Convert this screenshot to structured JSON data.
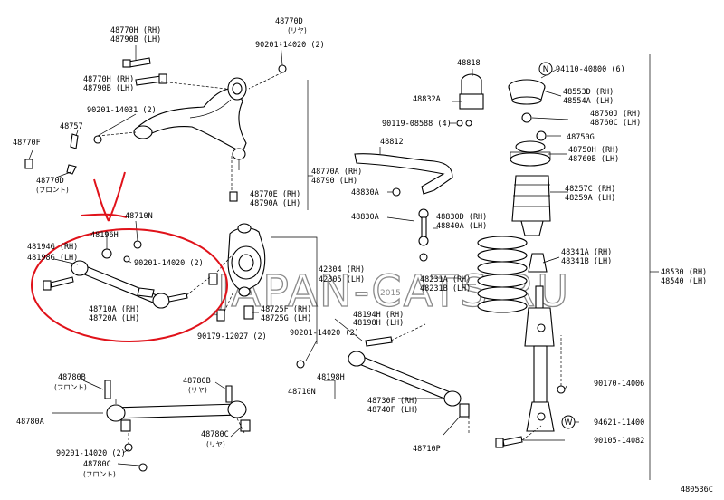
{
  "labels": {
    "l48770h_top": "48770H (RH)",
    "l48790b_top": "48790B (LH)",
    "l48770d_top": "48770D",
    "l48770d_top_sub": "(リヤ)",
    "l90201_14020_top": "90201-14020 (2)",
    "l48818": "48818",
    "l94110": "94110-40800 (6)",
    "l48770h_mid": "48770H (RH)",
    "l48790b_mid": "48790B (LH)",
    "l48832a": "48832A",
    "l48553d": "48553D (RH)",
    "l48554a": "48554A (LH)",
    "l90201_14031": "90201-14031 (2)",
    "l48750j": "48750J (RH)",
    "l48760c": "48760C (LH)",
    "l48757": "48757",
    "l90119": "90119-08588 (4)",
    "l48750g": "48750G",
    "l48770f": "48770F",
    "l48812": "48812",
    "l48750h": "48750H (RH)",
    "l48760b": "48760B (LH)",
    "l48770d_front": "48770D",
    "l48770d_front_sub": "(フロント)",
    "l48770a": "48770A (RH)",
    "l48790": "48790 (LH)",
    "l48257c": "48257C (RH)",
    "l48259a": "48259A (LH)",
    "l48770e": "48770E (RH)",
    "l48790a": "48790A (LH)",
    "l48830a_1": "48830A",
    "l48710n_top": "48710N",
    "l48830a_2": "48830A",
    "l48830d": "48830D (RH)",
    "l48840a": "48840A (LH)",
    "l48196h": "48196H",
    "l48194g": "48194G (RH)",
    "l48198g": "48198G (LH)",
    "l90201_14020_mid": "90201-14020 (2)",
    "l42304": "42304 (RH)",
    "l42305": "42305 (LH)",
    "l48341a": "48341A (RH)",
    "l48341b": "48341B (LH)",
    "l48231a": "48231A (RH)",
    "l48231b": "48231B (LH)",
    "l48530": "48530 (RH)",
    "l48540": "48540 (LH)",
    "l48710a": "48710A (RH)",
    "l48720a": "48720A (LH)",
    "l48725f": "48725F (RH)",
    "l48725g": "48725G (LH)",
    "l90179": "90179-12027 (2)",
    "l90201_14020_low": "90201-14020 (2)",
    "l48194h": "48194H (RH)",
    "l48198h": "48198H (LH)",
    "l48198h_single": "48198H",
    "l48780b_front": "48780B",
    "l48780b_front_sub": "(フロント)",
    "l48780b_rear": "48780B",
    "l48780b_rear_sub": "(リヤ)",
    "l48710n_low": "48710N",
    "l48730f": "48730F (RH)",
    "l48740f": "48740F (LH)",
    "l90170": "90170-14006",
    "l48780a": "48780A",
    "l48780c_rear": "48780C",
    "l48780c_rear_sub": "(リヤ)",
    "l94621": "94621-11400",
    "l48710p": "48710P",
    "l90105": "90105-14082",
    "l90201_14020_bot": "90201-14020 (2)",
    "l48780c_front": "48780C",
    "l48780c_front_sub": "(フロント)",
    "diagram_code": "480536C"
  },
  "callouts": {
    "n_mark": "N",
    "w_mark": "W"
  },
  "watermark": {
    "text": "JAPAN-CATS.RU",
    "small": "2015"
  },
  "colors": {
    "annotation": "#e0121a",
    "line": "#000000",
    "watermark": "#8a8a8a"
  }
}
